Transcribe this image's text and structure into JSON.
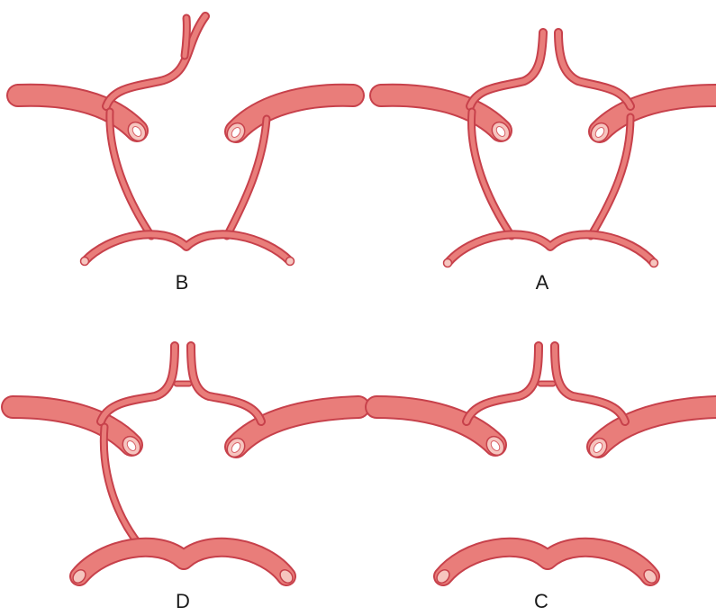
{
  "colors": {
    "vessel_fill": "#e97d7a",
    "vessel_outline": "#c7414b",
    "lumen_ring": "#f6c5bf",
    "background": "#ffffff"
  },
  "panels": [
    {
      "id": "B",
      "label": "B"
    },
    {
      "id": "A",
      "label": "A"
    },
    {
      "id": "D",
      "label": "D"
    },
    {
      "id": "C",
      "label": "C"
    }
  ]
}
